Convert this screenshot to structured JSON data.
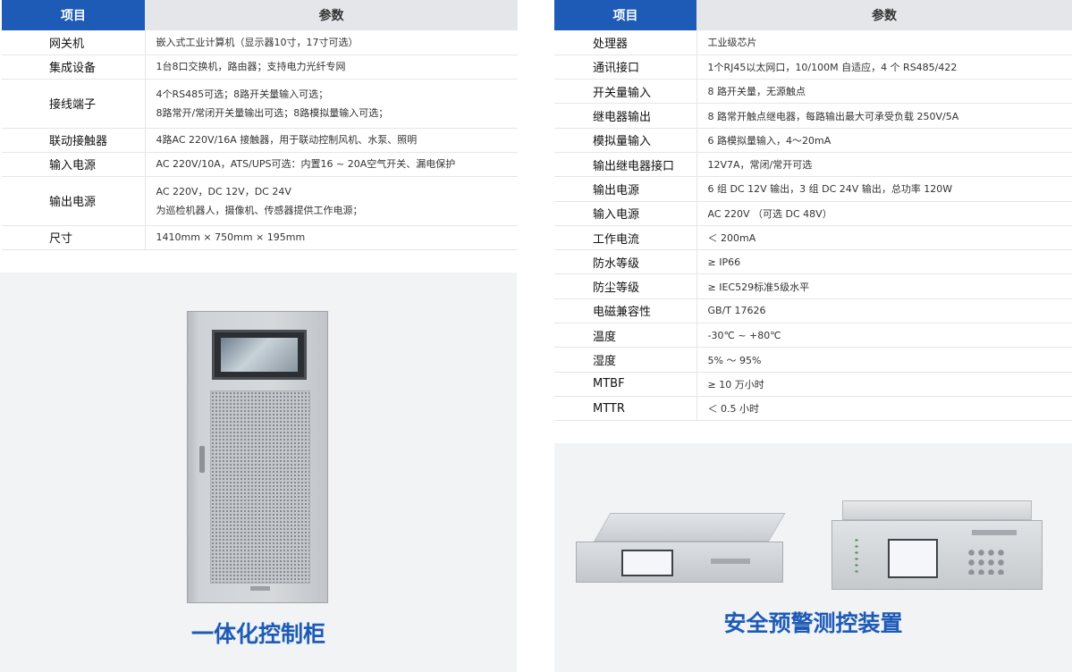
{
  "headers": {
    "item": "项目",
    "param": "参数"
  },
  "left_table": [
    {
      "item": "网关机",
      "param": [
        "嵌入式工业计算机（显示器10寸，17寸可选）"
      ]
    },
    {
      "item": "集成设备",
      "param": [
        "1台8口交换机，路由器；支持电力光纤专网"
      ]
    },
    {
      "item": "接线端子",
      "param": [
        "4个RS485可选；8路开关量输入可选；",
        "8路常开/常闭开关量输出可选；8路模拟量输入可选；"
      ]
    },
    {
      "item": "联动接触器",
      "param": [
        "4路AC 220V/16A 接触器，用于联动控制风机、水泵、照明"
      ]
    },
    {
      "item": "输入电源",
      "param": [
        "AC 220V/10A，ATS/UPS可选：内置16 ~ 20A空气开关、漏电保护"
      ]
    },
    {
      "item": "输出电源",
      "param": [
        "AC 220V，DC 12V，DC 24V",
        "为巡检机器人，摄像机、传感器提供工作电源；"
      ]
    },
    {
      "item": "尺寸",
      "param": [
        "1410mm × 750mm × 195mm"
      ]
    }
  ],
  "right_table": [
    {
      "item": "处理器",
      "param": "工业级芯片"
    },
    {
      "item": "通讯接口",
      "param": "1个RJ45以太网口，10/100M 自适应，4 个 RS485/422"
    },
    {
      "item": "开关量输入",
      "param": "8 路开关量，无源触点"
    },
    {
      "item": "继电器输出",
      "param": "8 路常开触点继电器，每路输出最大可承受负载 250V/5A"
    },
    {
      "item": "模拟量输入",
      "param": "6 路模拟量输入，4～20mA"
    },
    {
      "item": "输出继电器接口",
      "param": "12V7A，常闭/常开可选"
    },
    {
      "item": "输出电源",
      "param": "6 组 DC 12V 输出，3 组 DC 24V 输出，总功率 120W"
    },
    {
      "item": "输入电源",
      "param": "AC 220V （可选 DC 48V）"
    },
    {
      "item": "工作电流",
      "param": "＜ 200mA"
    },
    {
      "item": "防水等级",
      "param": "≥ IP66"
    },
    {
      "item": "防尘等级",
      "param": "≥ IEC529标准5级水平"
    },
    {
      "item": "电磁兼容性",
      "param": "GB/T 17626"
    },
    {
      "item": "温度",
      "param": " -30℃ ~ +80℃"
    },
    {
      "item": "湿度",
      "param": "5% ～ 95%"
    },
    {
      "item": "MTBF",
      "param": "≥ 10 万小时"
    },
    {
      "item": "MTTR",
      "param": "＜ 0.5 小时"
    }
  ],
  "captions": {
    "left": "一体化控制柜",
    "right": "安全预警测控装置"
  },
  "colors": {
    "accent": "#1d5bb6",
    "header_gray": "#e4e6e9",
    "panel": "#f1f3f5"
  }
}
